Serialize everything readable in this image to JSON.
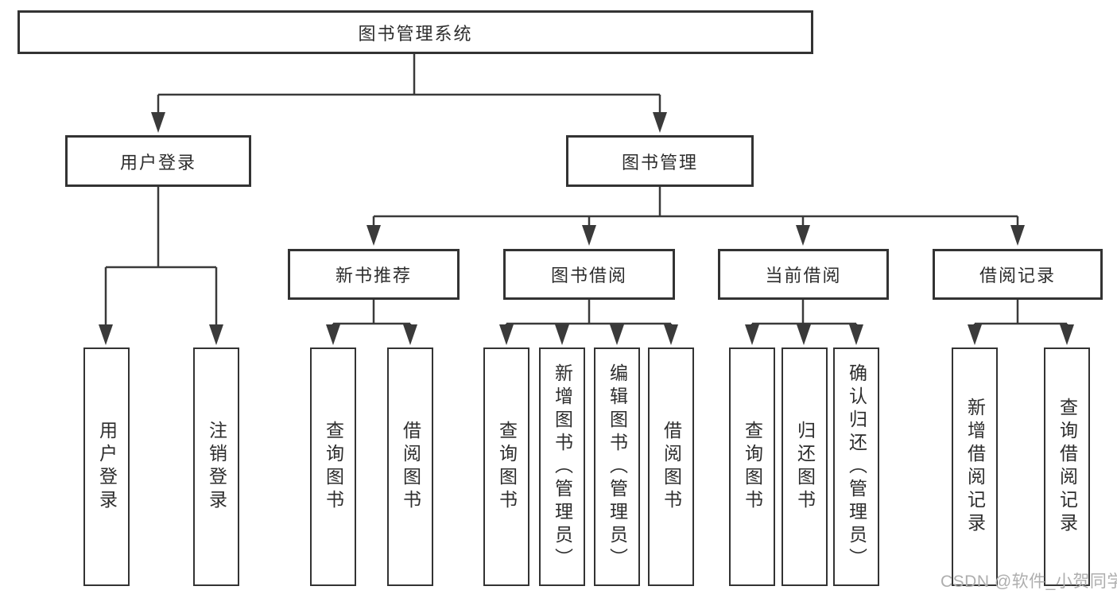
{
  "diagram": {
    "title": "图书管理系统",
    "branches": [
      {
        "label": "用户登录",
        "children": [
          {
            "label": "用户登录"
          },
          {
            "label": "注销登录"
          }
        ]
      },
      {
        "label": "图书管理",
        "children": [
          {
            "label": "新书推荐",
            "children": [
              {
                "label": "查询图书"
              },
              {
                "label": "借阅图书"
              }
            ]
          },
          {
            "label": "图书借阅",
            "children": [
              {
                "label": "查询图书"
              },
              {
                "label": "新增图书（管理员）"
              },
              {
                "label": "编辑图书（管理员）"
              },
              {
                "label": "借阅图书"
              }
            ]
          },
          {
            "label": "当前借阅",
            "children": [
              {
                "label": "查询图书"
              },
              {
                "label": "归还图书"
              },
              {
                "label": "确认归还（管理员）"
              }
            ]
          },
          {
            "label": "借阅记录",
            "children": [
              {
                "label": "新增借阅记录"
              },
              {
                "label": "查询借阅记录"
              }
            ]
          }
        ]
      }
    ],
    "watermark": "CSDN @软件_小贺同学",
    "colors": {
      "line": "#3a3a3a",
      "box_border": "#333333",
      "text": "#2d2d2d",
      "background": "#ffffff",
      "watermark": "#aeaeae"
    }
  }
}
